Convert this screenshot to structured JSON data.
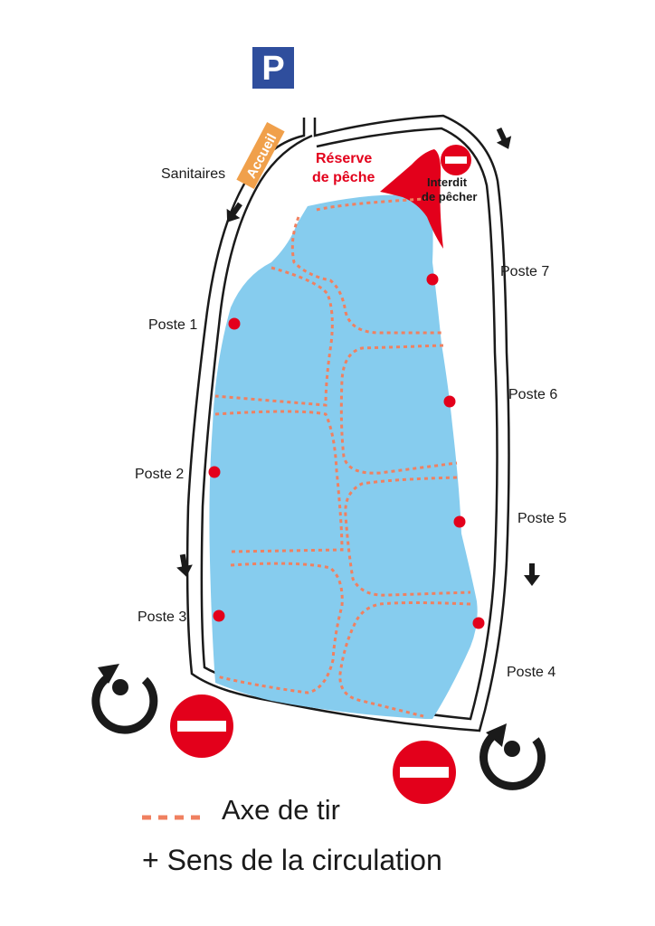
{
  "parking": {
    "label": "P",
    "color": "#2f4e9d"
  },
  "accueil": {
    "label": "Accueil",
    "color": "#f0a04b"
  },
  "sanitaires": {
    "label": "Sanitaires"
  },
  "reserve": {
    "line1": "Réserve",
    "line2": "de pêche",
    "color": "#e3001b"
  },
  "interdit": {
    "line1": "Interdit",
    "line2": "de pêcher"
  },
  "posts": [
    {
      "label": "Poste 1"
    },
    {
      "label": "Poste 2"
    },
    {
      "label": "Poste 3"
    },
    {
      "label": "Poste 4"
    },
    {
      "label": "Poste 5"
    },
    {
      "label": "Poste 6"
    },
    {
      "label": "Poste 7"
    }
  ],
  "legend": {
    "axe_de_tir": "Axe de tir",
    "sens_circulation": "+ Sens de la circulation",
    "axe_color": "#f08060"
  },
  "colors": {
    "lake": "#86ccee",
    "post_dot": "#e3001b",
    "no_entry": "#e3001b",
    "road": "#1a1a1a"
  },
  "icons": [
    "parking-icon",
    "no-entry-icon",
    "direction-arrow-icon",
    "roundabout-icon"
  ]
}
